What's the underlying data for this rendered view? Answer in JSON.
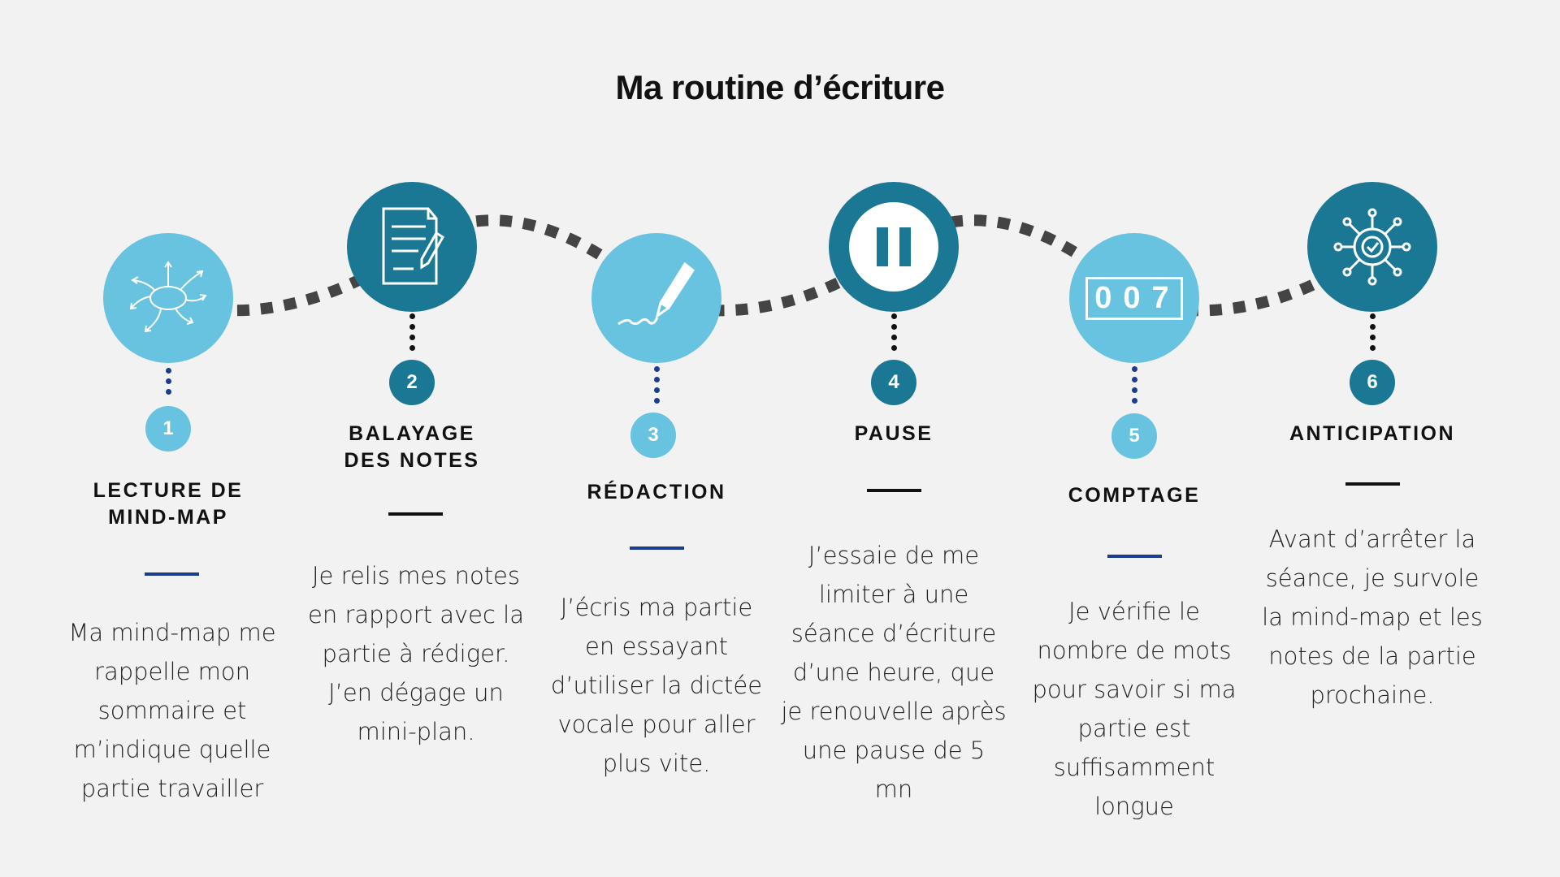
{
  "title": "Ma routine d’écriture",
  "colors": {
    "light": "#67c3e0",
    "dark": "#1b7894",
    "path": "#444444",
    "accent_blue": "#1a3d8f",
    "background": "#f2f2f2"
  },
  "steps": [
    {
      "number": "1",
      "icon": "mind-map-icon",
      "heading_lines": [
        "LECTURE DE",
        "MIND-MAP"
      ],
      "text": "Ma mind-map me rappelle mon sommaire et m’indique quelle partie travailler"
    },
    {
      "number": "2",
      "icon": "document-pencil-icon",
      "heading_lines": [
        "BALAYAGE",
        "DES NOTES"
      ],
      "text": "Je relis mes notes en rapport avec la partie à rédiger. J’en dégage un mini-plan."
    },
    {
      "number": "3",
      "icon": "pen-signature-icon",
      "heading_lines": [
        "RÉDACTION"
      ],
      "text": "J’écris ma partie en essayant d’utiliser la dictée vocale pour aller plus vite."
    },
    {
      "number": "4",
      "icon": "pause-icon",
      "heading_lines": [
        "PAUSE"
      ],
      "text": "J’essaie de me limiter à une séance d’écriture d’une heure, que je renouvelle après une pause de 5 mn"
    },
    {
      "number": "5",
      "icon": "counter-icon",
      "heading_lines": [
        "COMPTAGE"
      ],
      "text": "Je vérifie le nombre de mots pour savoir si ma partie est suffisamment longue"
    },
    {
      "number": "6",
      "icon": "gear-network-icon",
      "heading_lines": [
        "ANTICIPATION"
      ],
      "text": "Avant d’arrêter la séance, je survole la mind-map et les notes de la partie prochaine."
    }
  ],
  "counter_digits": "007"
}
